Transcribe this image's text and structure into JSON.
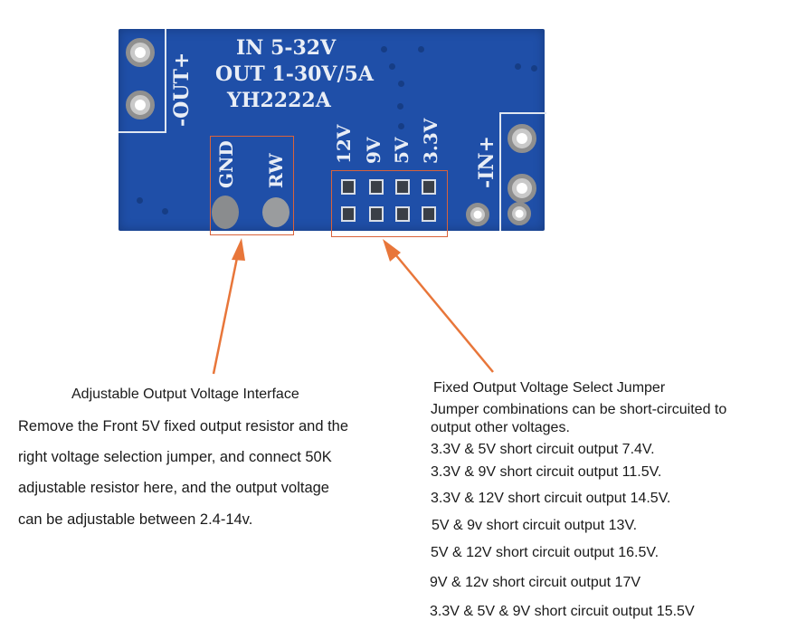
{
  "board": {
    "label_in": "IN 5-32V",
    "label_out": "OUT 1-30V/5A",
    "label_model": "YH2222A",
    "label_out_pins": "-OUT+",
    "label_in_pins": "-IN+",
    "label_gnd": "GND",
    "label_rw": "RW",
    "jumper_labels": [
      "12V",
      "9V",
      "5V",
      "3.3V"
    ],
    "colors": {
      "pcb": "#1f4fa8",
      "highlight_box": "#d9623a",
      "arrow": "#e8763a"
    }
  },
  "left_note": {
    "title": "Adjustable Output Voltage Interface",
    "lines": [
      "Remove the Front 5V fixed output resistor and the",
      "right voltage selection jumper, and connect 50K",
      "adjustable resistor here, and the output voltage",
      "can be adjustable between 2.4-14v."
    ]
  },
  "right_note": {
    "title": "Fixed Output Voltage Select Jumper",
    "intro": [
      "Jumper combinations can be short-circuited to",
      "output other voltages."
    ],
    "combos": [
      "3.3V & 5V short circuit output 7.4V.",
      "3.3V & 9V short circuit output 11.5V.",
      "3.3V & 12V short circuit output 14.5V.",
      "5V & 9v short circuit output 13V.",
      "5V & 12V short circuit output 16.5V.",
      "9V & 12v short circuit output 17V",
      "3.3V & 5V & 9V short circuit output 15.5V"
    ]
  }
}
